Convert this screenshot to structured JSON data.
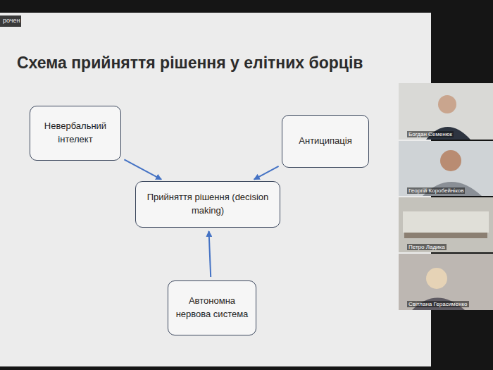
{
  "diagram": {
    "title": "Схема прийняття рішення у елітних борців",
    "nodes": [
      {
        "text": [
          "Невербальний інтелект"
        ]
      },
      {
        "text": [
          "Антиципація"
        ]
      },
      {
        "text": [
          "Прийняття рішення (decision making)"
        ]
      },
      {
        "text": [
          "Автономна нервова система"
        ]
      }
    ],
    "edges": [
      {
        "from": 0,
        "to": 2,
        "arrow": "to"
      },
      {
        "from": 1,
        "to": 2,
        "arrow": "to"
      },
      {
        "from": 3,
        "to": 2,
        "arrow": "to"
      }
    ],
    "labels": [
      "рочен",
      "Богдан Семенюк",
      "Георгій Коробейніков",
      "Петро Ладика",
      "Світлана Герасименко"
    ]
  }
}
